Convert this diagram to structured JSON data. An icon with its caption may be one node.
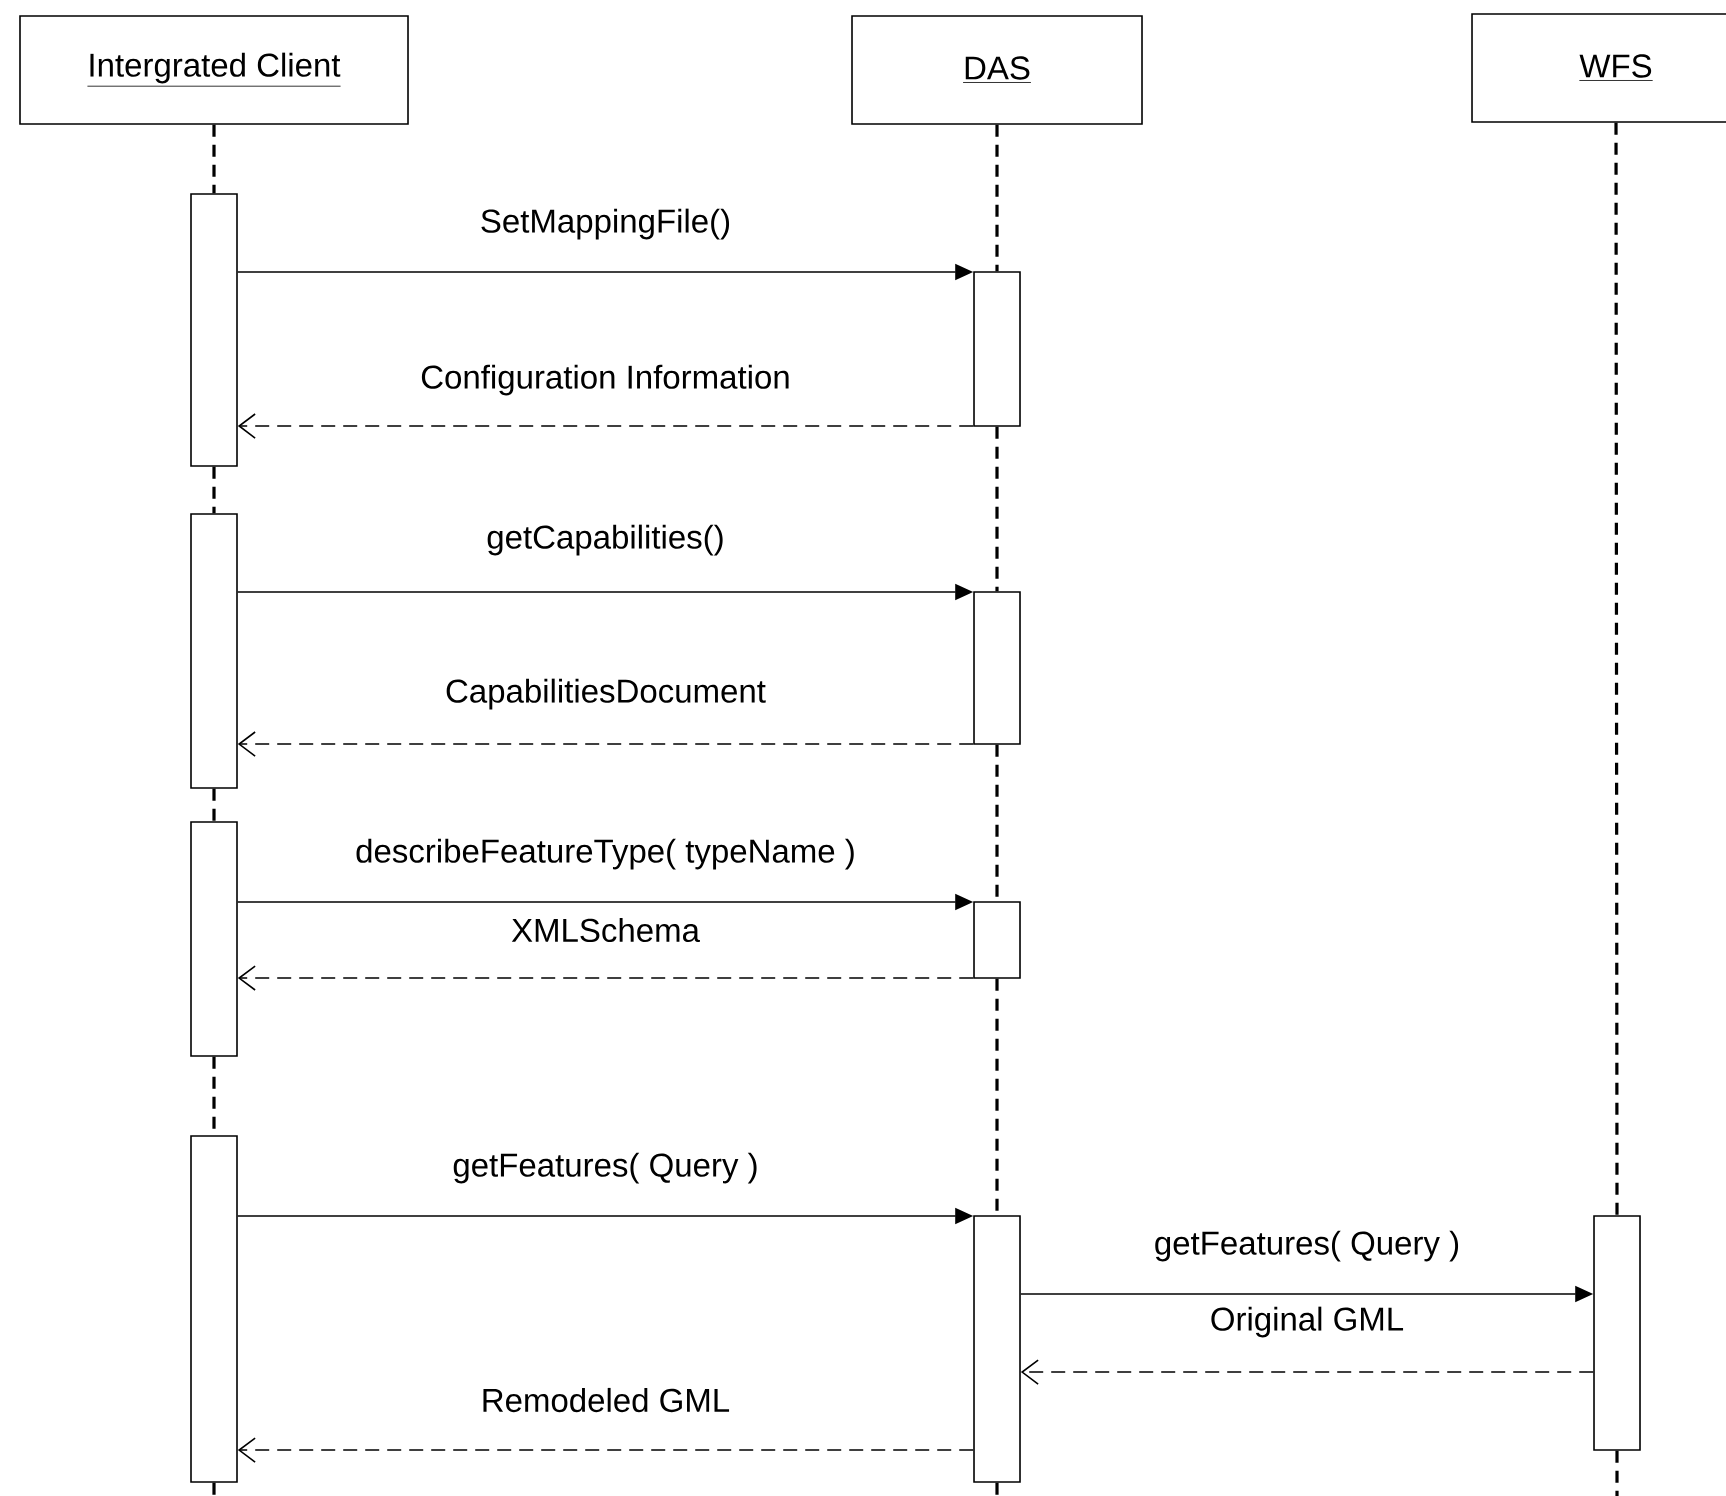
{
  "diagram": {
    "nodes": [
      {
        "text": [
          "Intergrated Client"
        ]
      },
      {
        "text": [
          "DAS"
        ]
      },
      {
        "text": [
          "WFS"
        ]
      },
      {
        "text": [],
        "shape": "bar"
      },
      {
        "text": [],
        "shape": "bar"
      },
      {
        "text": [],
        "shape": "bar"
      },
      {
        "text": [],
        "shape": "bar"
      },
      {
        "text": [],
        "shape": "bar"
      },
      {
        "text": [],
        "shape": "bar"
      },
      {
        "text": [],
        "shape": "bar"
      },
      {
        "text": [],
        "shape": "bar"
      },
      {
        "text": [],
        "shape": "bar"
      }
    ],
    "edges": [
      {
        "from": 0,
        "to": 3,
        "arrow": "none",
        "style": "dashed"
      },
      {
        "from": 3,
        "to": 4,
        "arrow": "none",
        "style": "dashed"
      },
      {
        "from": 4,
        "to": 5,
        "arrow": "none",
        "style": "dashed"
      },
      {
        "from": 5,
        "to": 6,
        "arrow": "none",
        "style": "dashed"
      },
      {
        "from": 6,
        "to": null,
        "arrow": "none",
        "style": "dashed"
      },
      {
        "from": 1,
        "to": 7,
        "arrow": "none",
        "style": "dashed"
      },
      {
        "from": 7,
        "to": 8,
        "arrow": "none",
        "style": "dashed"
      },
      {
        "from": 8,
        "to": 9,
        "arrow": "none",
        "style": "dashed"
      },
      {
        "from": 9,
        "to": 10,
        "arrow": "none",
        "style": "dashed"
      },
      {
        "from": 10,
        "to": null,
        "arrow": "none",
        "style": "dashed"
      },
      {
        "from": 2,
        "to": 11,
        "arrow": "none",
        "style": "dashed"
      },
      {
        "from": 11,
        "to": null,
        "arrow": "none",
        "style": "dashed"
      },
      {
        "from": 3,
        "to": 7,
        "arrow": "to",
        "label": "SetMappingFile()"
      },
      {
        "from": 7,
        "to": 3,
        "arrow": "to",
        "label": "Configuration Information",
        "style": "dashed"
      },
      {
        "from": 4,
        "to": 8,
        "arrow": "to",
        "label": "getCapabilities()"
      },
      {
        "from": 8,
        "to": 4,
        "arrow": "to",
        "label": "CapabilitiesDocument",
        "style": "dashed"
      },
      {
        "from": 5,
        "to": 9,
        "arrow": "to",
        "label": "describeFeatureType( typeName )"
      },
      {
        "from": 9,
        "to": 5,
        "arrow": "to",
        "label": "XMLSchema",
        "style": "dashed"
      },
      {
        "from": 6,
        "to": 10,
        "arrow": "to",
        "label": "getFeatures( Query )"
      },
      {
        "from": 10,
        "to": 11,
        "arrow": "to",
        "label": "getFeatures( Query )"
      },
      {
        "from": 11,
        "to": 10,
        "arrow": "to",
        "label": "Original GML",
        "style": "dashed"
      },
      {
        "from": 10,
        "to": 6,
        "arrow": "to",
        "label": "Remodeled GML",
        "style": "dashed"
      }
    ]
  }
}
